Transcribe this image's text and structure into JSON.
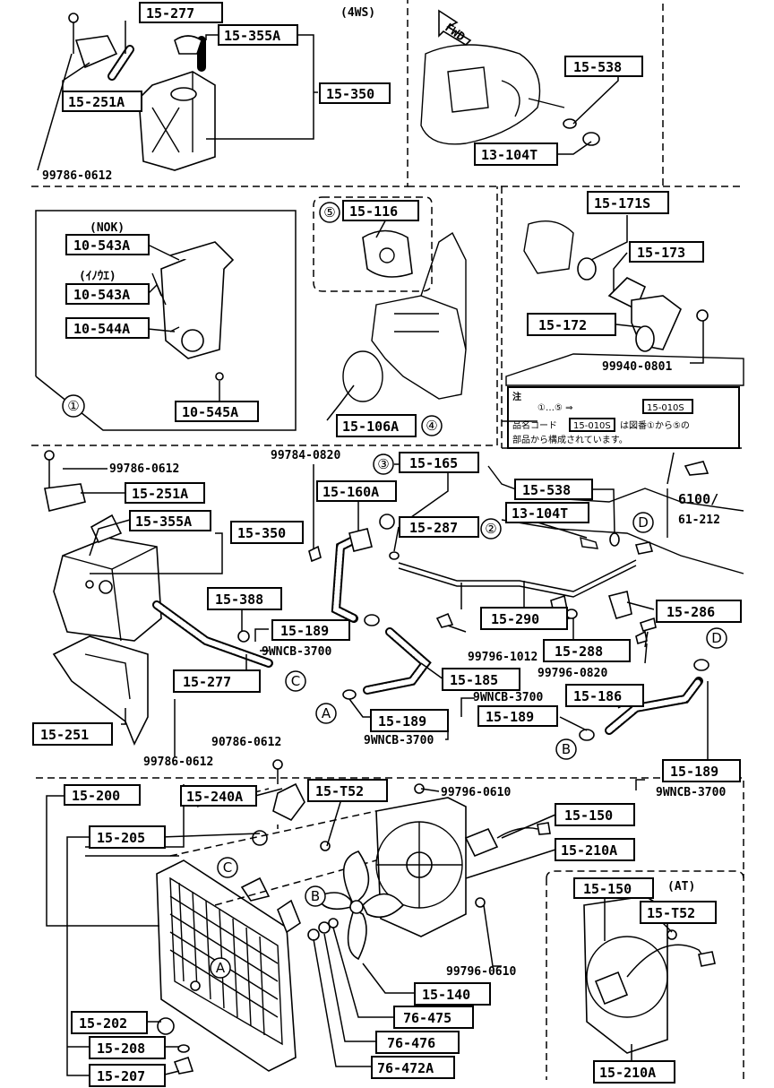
{
  "section_labels": {
    "fourws": "(4WS)",
    "at": "(AT)",
    "nok": "(NOK)",
    "inoue": "(ｲﾉｳｴ)",
    "fwd": "FWD"
  },
  "callouts": [
    {
      "id": "c1",
      "text": "15-277",
      "boxed": true
    },
    {
      "id": "c2",
      "text": "15-355A",
      "boxed": true
    },
    {
      "id": "c3",
      "text": "15-350",
      "boxed": true
    },
    {
      "id": "c4",
      "text": "15-251A",
      "boxed": true
    },
    {
      "id": "c5",
      "text": "99786-0612",
      "boxed": false
    },
    {
      "id": "c6",
      "text": "15-538",
      "boxed": true
    },
    {
      "id": "c7",
      "text": "13-104T",
      "boxed": true
    },
    {
      "id": "c8",
      "text": "15-116",
      "boxed": true
    },
    {
      "id": "c9",
      "text": "10-543A",
      "boxed": true
    },
    {
      "id": "c10",
      "text": "10-543A",
      "boxed": true
    },
    {
      "id": "c11",
      "text": "10-544A",
      "boxed": true
    },
    {
      "id": "c12",
      "text": "10-545A",
      "boxed": true
    },
    {
      "id": "c13",
      "text": "15-106A",
      "boxed": true
    },
    {
      "id": "c14",
      "text": "15-171S",
      "boxed": true
    },
    {
      "id": "c15",
      "text": "15-173",
      "boxed": true
    },
    {
      "id": "c16",
      "text": "15-172",
      "boxed": true
    },
    {
      "id": "c17",
      "text": "99940-0801",
      "boxed": false
    },
    {
      "id": "c18",
      "text": "99786-0612",
      "boxed": false
    },
    {
      "id": "c19",
      "text": "99784-0820",
      "boxed": false
    },
    {
      "id": "c20",
      "text": "15-165",
      "boxed": true
    },
    {
      "id": "c21",
      "text": "15-251A",
      "boxed": true
    },
    {
      "id": "c22",
      "text": "15-160A",
      "boxed": true
    },
    {
      "id": "c23",
      "text": "15-287",
      "boxed": true
    },
    {
      "id": "c24",
      "text": "15-538",
      "boxed": true
    },
    {
      "id": "c25",
      "text": "13-104T",
      "boxed": true
    },
    {
      "id": "c26",
      "text": "15-355A",
      "boxed": true
    },
    {
      "id": "c27",
      "text": "15-350",
      "boxed": true
    },
    {
      "id": "c28",
      "text": "15-388",
      "boxed": true
    },
    {
      "id": "c29",
      "text": "15-189",
      "boxed": true
    },
    {
      "id": "c30",
      "text": "9WNCB-3700",
      "boxed": false
    },
    {
      "id": "c31",
      "text": "15-290",
      "boxed": true
    },
    {
      "id": "c32",
      "text": "15-286",
      "boxed": true
    },
    {
      "id": "c33",
      "text": "15-288",
      "boxed": true
    },
    {
      "id": "c34",
      "text": "99796-1012",
      "boxed": false
    },
    {
      "id": "c35",
      "text": "99796-0820",
      "boxed": false
    },
    {
      "id": "c36",
      "text": "15-277",
      "boxed": true
    },
    {
      "id": "c37",
      "text": "15-185",
      "boxed": true
    },
    {
      "id": "c38",
      "text": "9WNCB-3700",
      "boxed": false
    },
    {
      "id": "c39",
      "text": "15-186",
      "boxed": true
    },
    {
      "id": "c40",
      "text": "15-189",
      "boxed": true
    },
    {
      "id": "c41",
      "text": "15-189",
      "boxed": true
    },
    {
      "id": "c42",
      "text": "9WNCB-3700",
      "boxed": false
    },
    {
      "id": "c43",
      "text": "15-251",
      "boxed": true
    },
    {
      "id": "c44",
      "text": "99786-0612",
      "boxed": false
    },
    {
      "id": "c45",
      "text": "90786-0612",
      "boxed": false
    },
    {
      "id": "c46",
      "text": "15-189",
      "boxed": true
    },
    {
      "id": "c47",
      "text": "9WNCB-3700",
      "boxed": false
    },
    {
      "id": "c48",
      "text": "15-200",
      "boxed": true
    },
    {
      "id": "c49",
      "text": "15-240A",
      "boxed": true
    },
    {
      "id": "c50",
      "text": "15-T52",
      "boxed": true
    },
    {
      "id": "c51",
      "text": "99796-0610",
      "boxed": false
    },
    {
      "id": "c52",
      "text": "15-150",
      "boxed": true
    },
    {
      "id": "c53",
      "text": "15-205",
      "boxed": true
    },
    {
      "id": "c54",
      "text": "15-210A",
      "boxed": true
    },
    {
      "id": "c55",
      "text": "15-150",
      "boxed": true
    },
    {
      "id": "c56",
      "text": "15-T52",
      "boxed": true
    },
    {
      "id": "c57",
      "text": "99796-0610",
      "boxed": false
    },
    {
      "id": "c58",
      "text": "15-140",
      "boxed": true
    },
    {
      "id": "c59",
      "text": "76-475",
      "boxed": true
    },
    {
      "id": "c60",
      "text": "15-202",
      "boxed": true
    },
    {
      "id": "c61",
      "text": "76-476",
      "boxed": true
    },
    {
      "id": "c62",
      "text": "15-208",
      "boxed": true
    },
    {
      "id": "c63",
      "text": "76-472A",
      "boxed": true
    },
    {
      "id": "c64",
      "text": "15-207",
      "boxed": true
    },
    {
      "id": "c65",
      "text": "15-210A",
      "boxed": true
    }
  ],
  "markers": [
    {
      "id": "m1",
      "text": "①"
    },
    {
      "id": "m2",
      "text": "⑤"
    },
    {
      "id": "m3",
      "text": "④"
    },
    {
      "id": "m4",
      "text": "③"
    },
    {
      "id": "m5",
      "text": "②"
    },
    {
      "id": "m6",
      "text": "C"
    },
    {
      "id": "m7",
      "text": "A"
    },
    {
      "id": "m8",
      "text": "D"
    },
    {
      "id": "m9",
      "text": "D"
    },
    {
      "id": "m10",
      "text": "B"
    },
    {
      "id": "m11",
      "text": "C"
    },
    {
      "id": "m12",
      "text": "B"
    },
    {
      "id": "m13",
      "text": "A"
    }
  ],
  "note": {
    "title": "注",
    "line1_prefix": "①…⑤ ⇒",
    "line1_code": "15-010S",
    "line2_a": "品名コード",
    "line2_code": "15-010S",
    "line2_b": "は図番①から⑤の",
    "line3": "部品から構成されています。"
  },
  "reference": {
    "main": "6100/",
    "sub": "61-212"
  }
}
